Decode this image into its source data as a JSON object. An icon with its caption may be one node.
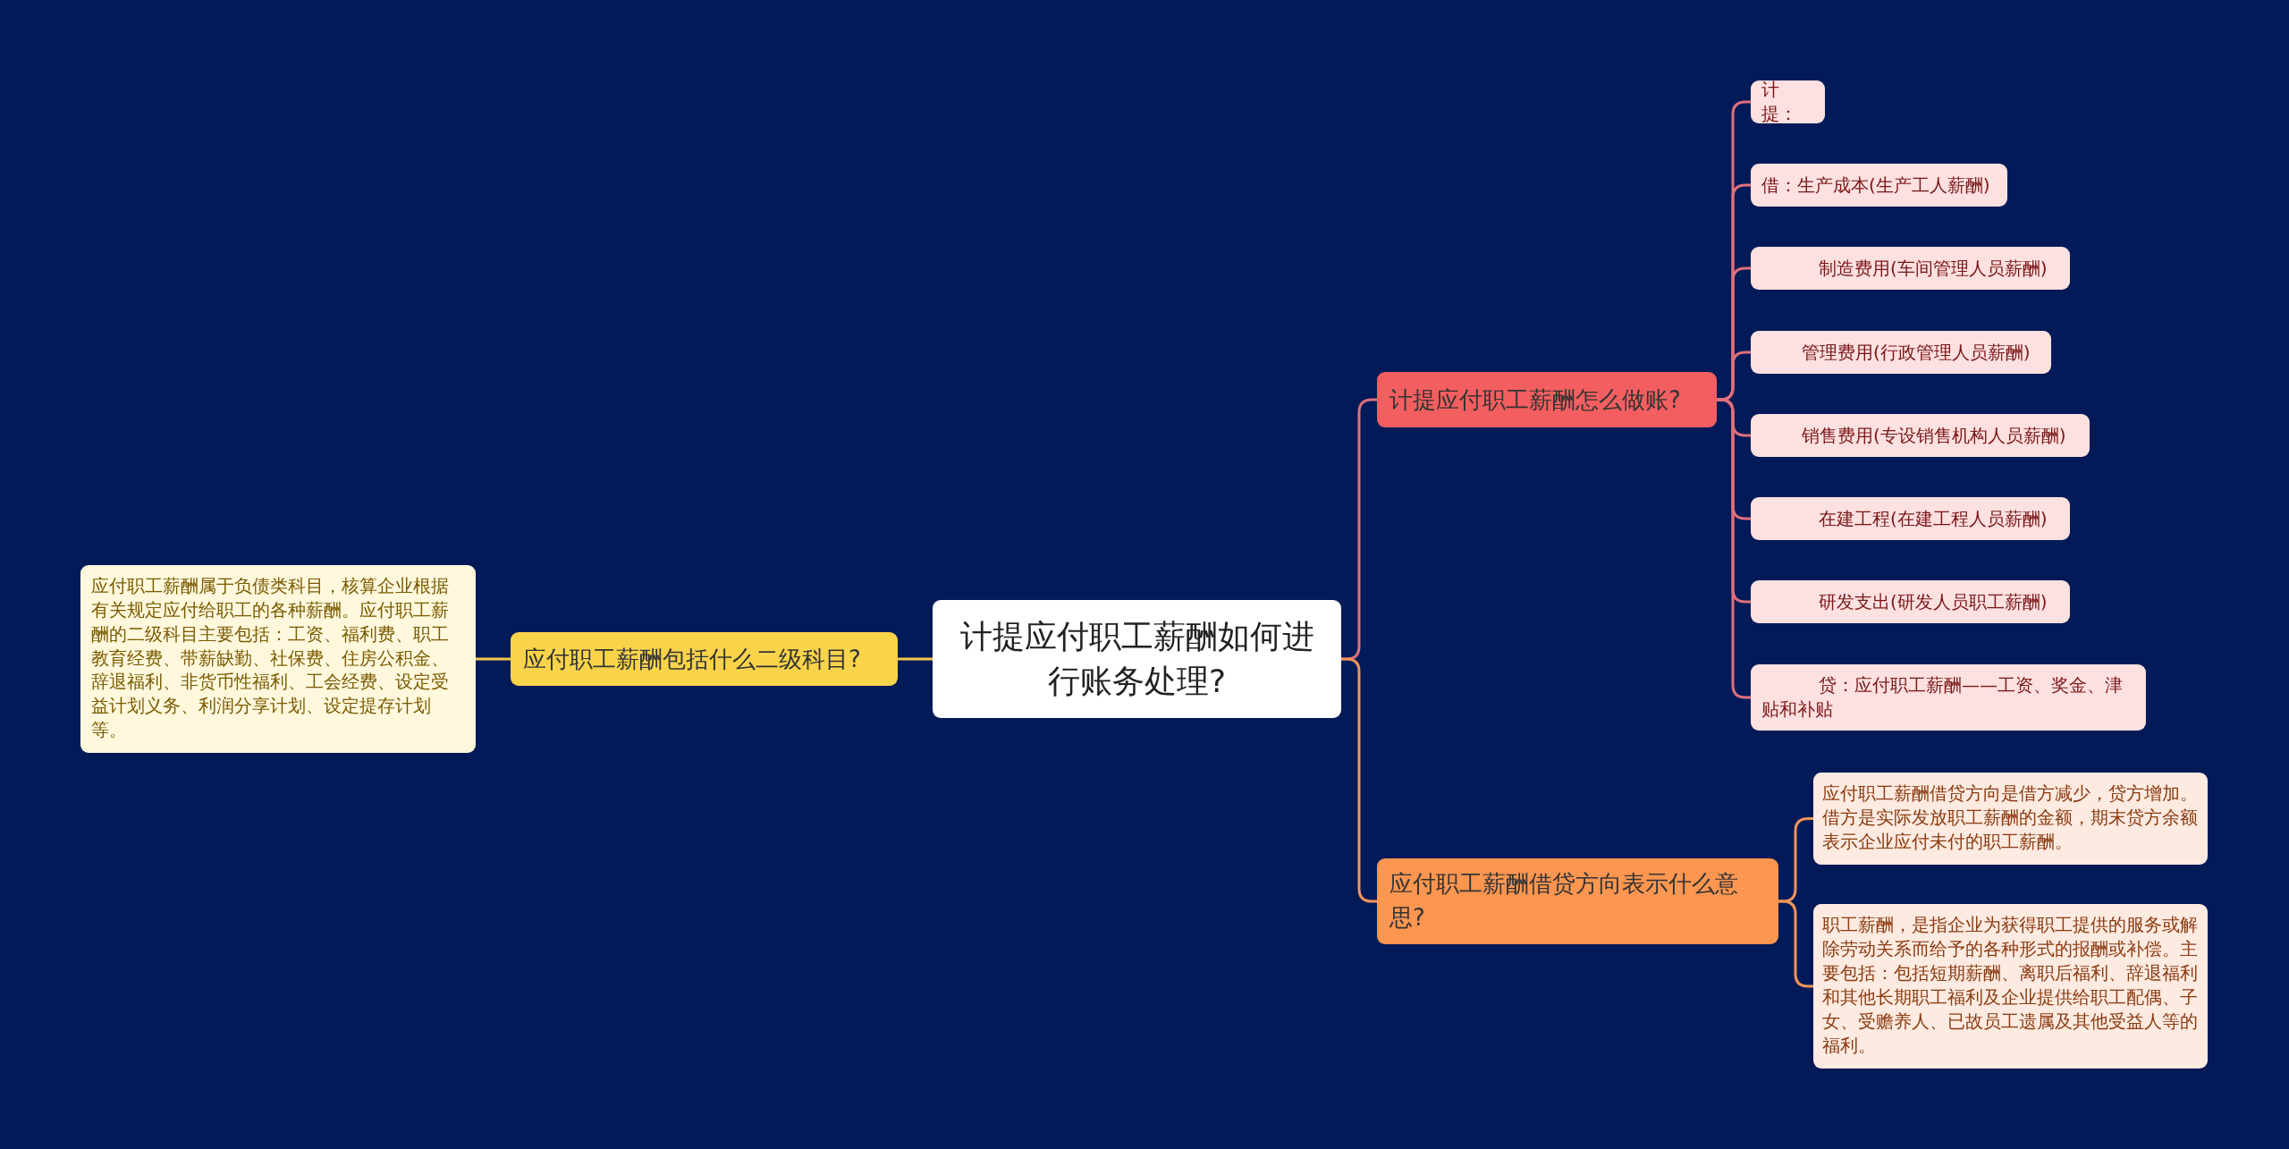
{
  "diagram": {
    "nodes": [
      {
        "text": [
          "计提应付职工薪酬如何进行账务处理?"
        ]
      },
      {
        "text": [
          "应付职工薪酬包括什么二级科目?"
        ]
      },
      {
        "text": [
          "应付职工薪酬属于负债类科目，核算企业根据有关规定应付给职工的各种薪酬。应付职工薪酬的二级科目主要包括：工资、福利费、职工教育经费、带薪缺勤、社保费、住房公积金、辞退福利、非货币性福利、工会经费、设定受益计划义务、利润分享计划、设定提存计划等。"
        ]
      },
      {
        "text": [
          "计提应付职工薪酬怎么做账?"
        ]
      },
      {
        "text": [
          "计提："
        ]
      },
      {
        "text": [
          "借：生产成本(生产工人薪酬)"
        ]
      },
      {
        "text": [
          "制造费用(车间管理人员薪酬)"
        ]
      },
      {
        "text": [
          "管理费用(行政管理人员薪酬)"
        ]
      },
      {
        "text": [
          "销售费用(专设销售机构人员薪酬)"
        ]
      },
      {
        "text": [
          "在建工程(在建工程人员薪酬)"
        ]
      },
      {
        "text": [
          "研发支出(研发人员职工薪酬)"
        ]
      },
      {
        "text": [
          "贷：应付职工薪酬——工资、奖金、津贴和补贴"
        ]
      },
      {
        "text": [
          "应付职工薪酬借贷方向表示什么意思?"
        ]
      },
      {
        "text": [
          "应付职工薪酬借贷方向是借方减少，贷方增加。借方是实际发放职工薪酬的金额，期末贷方余额表示企业应付未付的职工薪酬。"
        ]
      },
      {
        "text": [
          "职工薪酬，是指企业为获得职工提供的服务或解除劳动关系而给予的各种形式的报酬或补偿。主要包括：包括短期薪酬、离职后福利、辞退福利和其他长期职工福利及企业提供给职工配偶、子女、受赡养人、已故员工遗属及其他受益人等的福利。"
        ]
      }
    ],
    "edges": [
      {
        "from": 0,
        "to": 1,
        "arrow": "none",
        "color": "#f2c94c"
      },
      {
        "from": 1,
        "to": 2,
        "arrow": "none",
        "color": "#f2c94c"
      },
      {
        "from": 0,
        "to": 3,
        "arrow": "none"
      },
      {
        "from": 3,
        "to": 4,
        "arrow": "none"
      },
      {
        "from": 3,
        "to": 5,
        "arrow": "none"
      },
      {
        "from": 3,
        "to": 6,
        "arrow": "none"
      },
      {
        "from": 3,
        "to": 7,
        "arrow": "none"
      },
      {
        "from": 3,
        "to": 8,
        "arrow": "none"
      },
      {
        "from": 3,
        "to": 9,
        "arrow": "none"
      },
      {
        "from": 3,
        "to": 10,
        "arrow": "none"
      },
      {
        "from": 3,
        "to": 11,
        "arrow": "none"
      },
      {
        "from": 0,
        "to": 12,
        "arrow": "none",
        "color": "#f0955a"
      },
      {
        "from": 12,
        "to": 13,
        "arrow": "none",
        "color": "#f0955a"
      },
      {
        "from": 12,
        "to": 14,
        "arrow": "none",
        "color": "#f0955a"
      }
    ]
  }
}
